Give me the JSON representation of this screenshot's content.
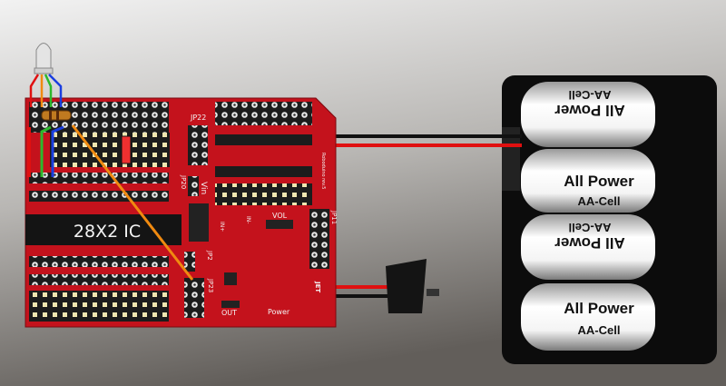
{
  "ic_label": "28X2 IC",
  "board_labels": {
    "jp22": "JP22",
    "jp20": "JP20",
    "vin": "Vin",
    "jp11": "JP11",
    "vol": "VOL",
    "in_plus": "IN+",
    "in_minus": "IN-",
    "out": "OUT",
    "power": "Power",
    "jp23": "JP23",
    "jp2": "JP2",
    "shield_name": "Roboduino rev.5",
    "brand": "JET"
  },
  "battery": {
    "brand": "All Power",
    "type": "AA-Cell"
  },
  "colors": {
    "board": "#c4121c",
    "wire_red": "#e01010",
    "wire_green": "#2cb82c",
    "wire_blue": "#1a3ee0",
    "wire_orange": "#f08a10"
  }
}
